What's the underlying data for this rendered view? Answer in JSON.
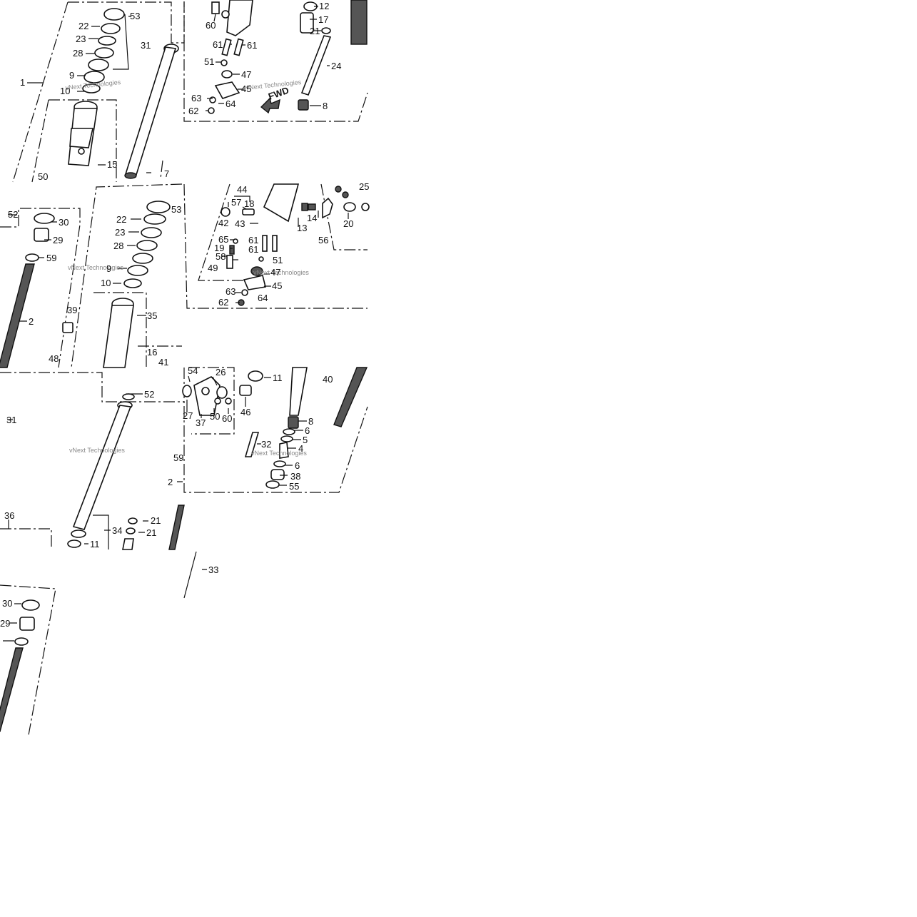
{
  "watermark": "vNext Technologies",
  "fwd_label": "FWD",
  "panels": [
    {
      "id": "p1",
      "labels": [
        "53",
        "22",
        "23",
        "31",
        "28",
        "9",
        "1",
        "10",
        "15",
        "50",
        "7",
        "60",
        "12",
        "17",
        "21",
        "61",
        "61",
        "51",
        "24",
        "47",
        "45",
        "63",
        "64",
        "62",
        "8"
      ]
    },
    {
      "id": "p2",
      "labels": [
        "52",
        "30",
        "29",
        "59",
        "2",
        "53",
        "22",
        "23",
        "28",
        "9",
        "10",
        "35",
        "39",
        "48",
        "44",
        "57",
        "18",
        "42",
        "43",
        "13",
        "14",
        "20",
        "25",
        "65",
        "19",
        "58",
        "49",
        "61",
        "61",
        "51",
        "47",
        "45",
        "63",
        "64",
        "62",
        "56",
        "16",
        "41"
      ]
    },
    {
      "id": "p3",
      "labels": [
        "52",
        "31",
        "36",
        "34",
        "21",
        "21",
        "11",
        "26",
        "54",
        "27",
        "37",
        "50",
        "60",
        "46",
        "11",
        "40",
        "8",
        "6",
        "5",
        "4",
        "6",
        "32",
        "38",
        "55",
        "59",
        "2",
        "33",
        "30",
        "29"
      ]
    }
  ]
}
